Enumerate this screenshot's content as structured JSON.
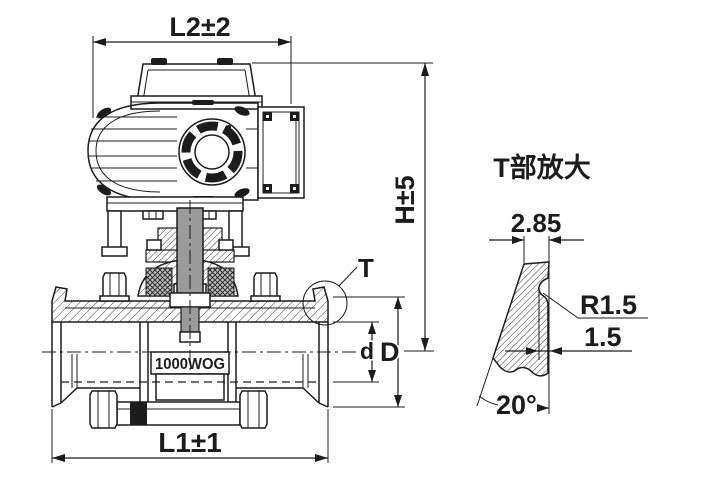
{
  "drawing": {
    "main_view": {
      "dim_width_top": "L2±2",
      "dim_height": "H±5",
      "dim_width_bottom": "L1±1",
      "callout_label": "T",
      "dim_inner_diameter": "d",
      "dim_outer_diameter": "D",
      "body_marking": "1000WOG"
    },
    "detail_view": {
      "title": "T部放大",
      "dim_width": "2.85",
      "dim_radius": "R1.5",
      "dim_depth": "1.5",
      "dim_angle": "20°"
    },
    "colors": {
      "line": "#1c1c1c",
      "background": "#ffffff",
      "stem_fill": "#9a9a9a"
    }
  }
}
